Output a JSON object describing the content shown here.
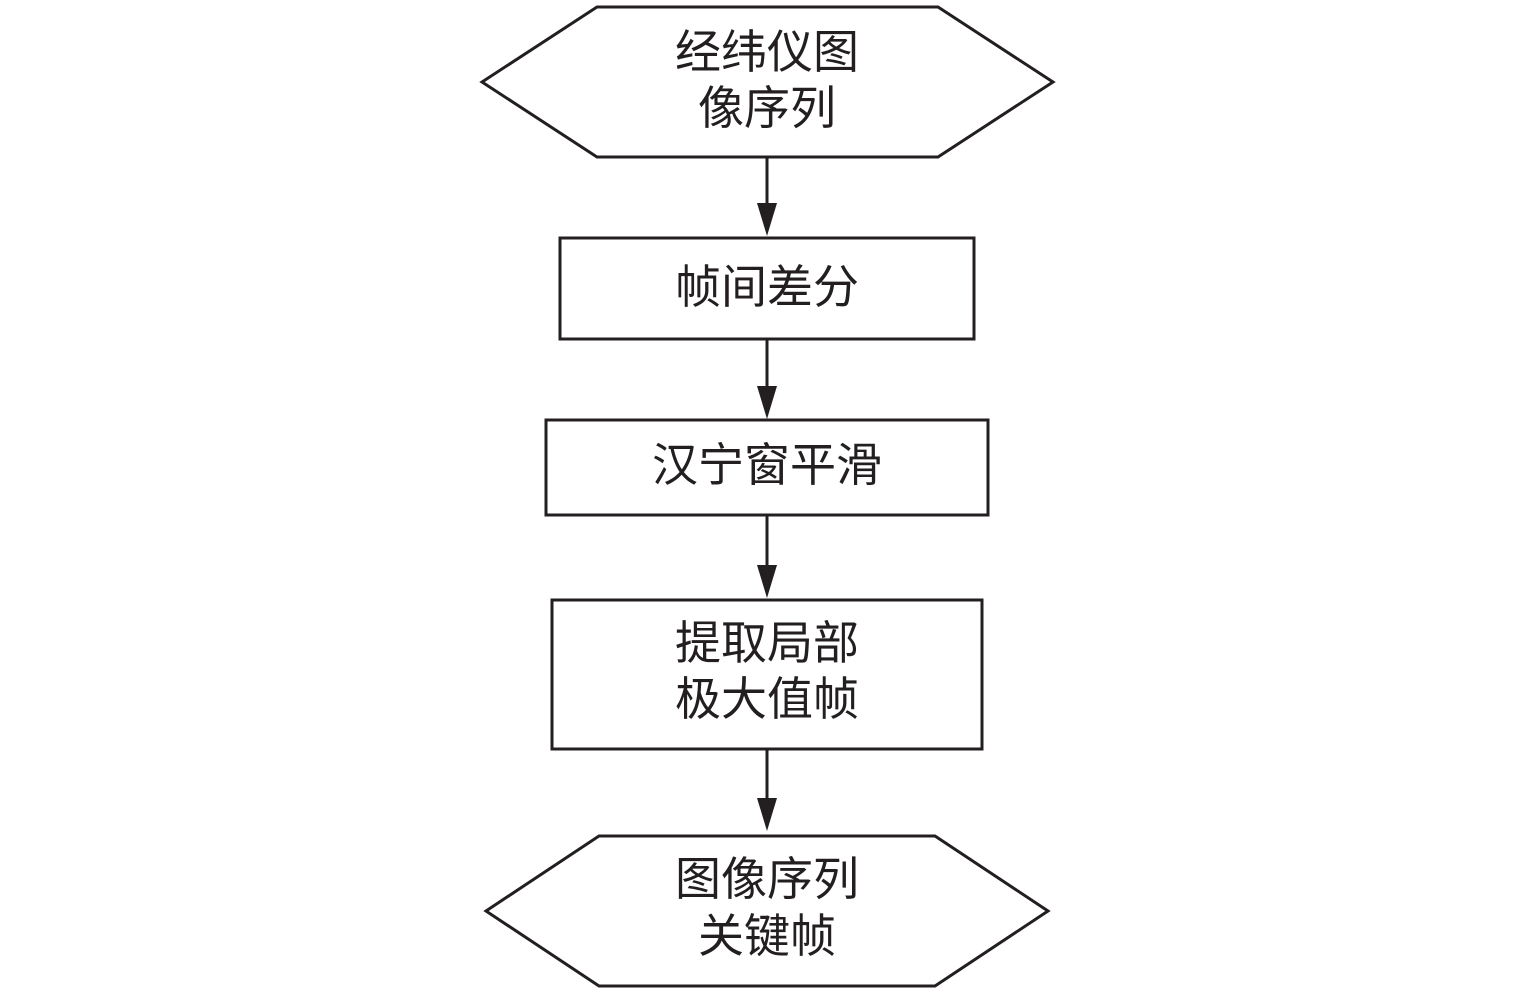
{
  "nodes": {
    "input": {
      "shape": "hexagon",
      "lines": [
        "经纬仪图",
        "像序列"
      ]
    },
    "frame_diff": {
      "shape": "rectangle",
      "lines": [
        "帧间差分"
      ]
    },
    "hanning_smooth": {
      "shape": "rectangle",
      "lines": [
        "汉宁窗平滑"
      ]
    },
    "local_max": {
      "shape": "rectangle",
      "lines": [
        "提取局部",
        "极大值帧"
      ]
    },
    "output": {
      "shape": "hexagon",
      "lines": [
        "图像序列",
        "关键帧"
      ]
    }
  },
  "colors": {
    "stroke": "#231f20",
    "fill": "#ffffff",
    "text": "#231f20"
  }
}
